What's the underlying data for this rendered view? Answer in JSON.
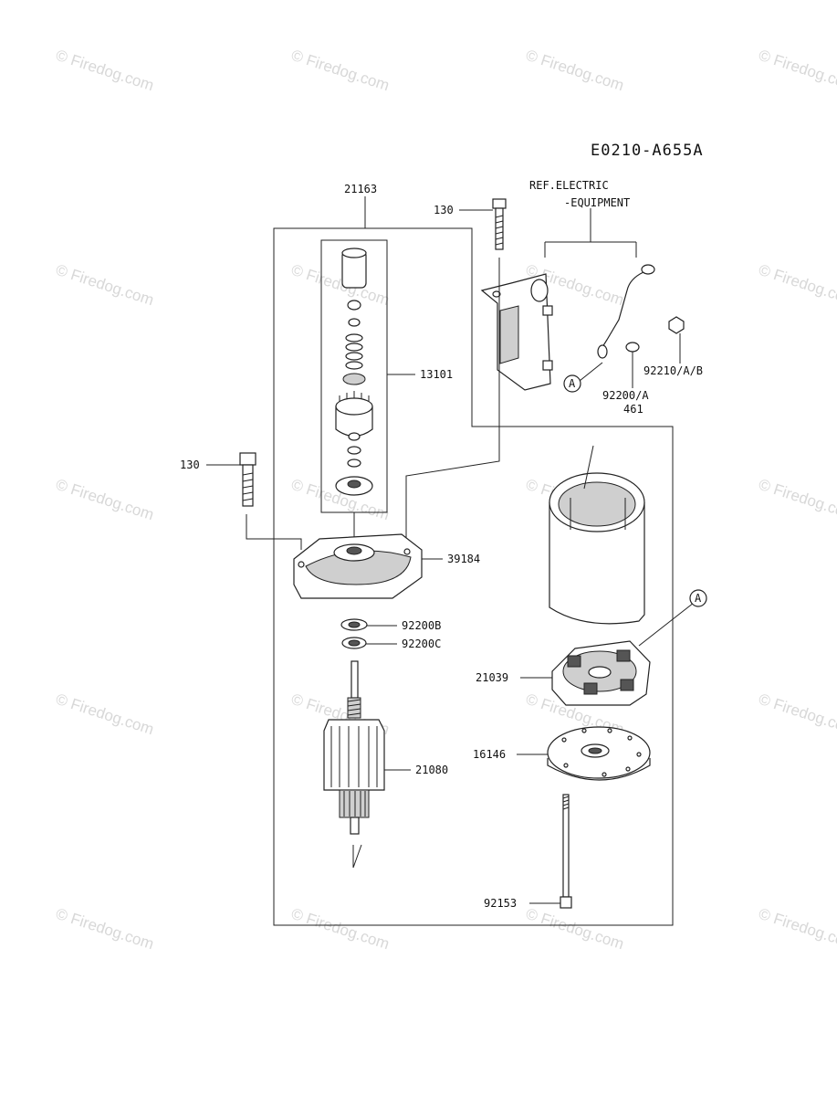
{
  "diagram_code": "E0210-A655A",
  "ref_note": [
    "REF.ELECTRIC",
    "-EQUIPMENT"
  ],
  "callout_marker": "A",
  "watermark": "© Firedog.com",
  "parts": [
    {
      "id": "21163",
      "name": "label-21163"
    },
    {
      "id": "130",
      "name": "label-130-top"
    },
    {
      "id": "13101",
      "name": "label-13101"
    },
    {
      "id": "130",
      "name": "label-130-left"
    },
    {
      "id": "39184",
      "name": "label-39184"
    },
    {
      "id": "92200B",
      "name": "label-92200b"
    },
    {
      "id": "92200C",
      "name": "label-92200c"
    },
    {
      "id": "21080",
      "name": "label-21080"
    },
    {
      "id": "92210/A/B",
      "name": "label-92210"
    },
    {
      "id": "92200/A",
      "name": "label-92200a"
    },
    {
      "id": "461",
      "name": "label-461"
    },
    {
      "id": "21039",
      "name": "label-21039"
    },
    {
      "id": "16146",
      "name": "label-16146"
    },
    {
      "id": "92153",
      "name": "label-92153"
    }
  ]
}
